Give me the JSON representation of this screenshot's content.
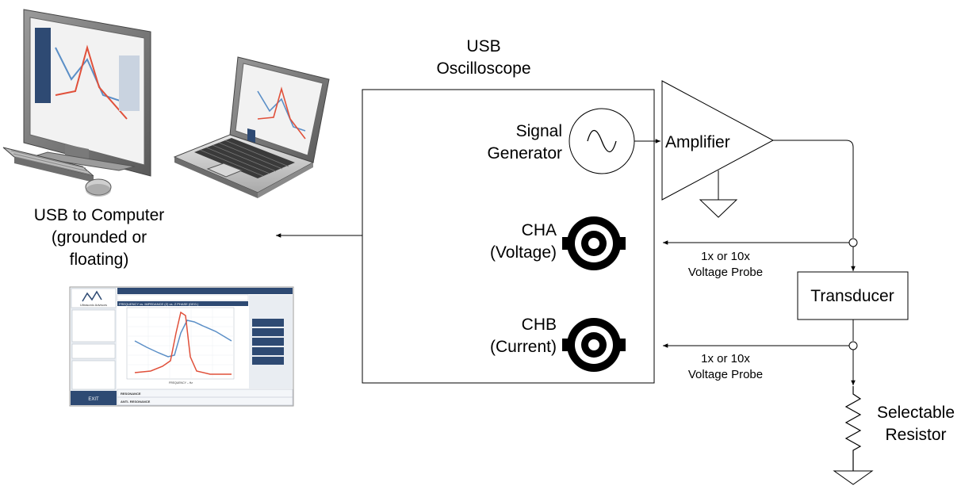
{
  "oscilloscope": {
    "title_line1": "USB",
    "title_line2": "Oscilloscope",
    "signal_generator_line1": "Signal",
    "signal_generator_line2": "Generator",
    "cha_line1": "CHA",
    "cha_line2": "(Voltage)",
    "chb_line1": "CHB",
    "chb_line2": "(Current)"
  },
  "computer": {
    "label_line1": "USB to Computer",
    "label_line2": "(grounded or",
    "label_line3": "floating)"
  },
  "amplifier": {
    "label": "Amplifier"
  },
  "transducer": {
    "label": "Transducer"
  },
  "probe_a": {
    "line1": "1x or 10x",
    "line2": "Voltage Probe"
  },
  "probe_b": {
    "line1": "1x or 10x",
    "line2": "Voltage Probe"
  },
  "resistor": {
    "line1": "Selectable",
    "line2": "Resistor"
  },
  "software": {
    "brand": "Ultrasonic Advisors",
    "graph_title": "FREQUENCY vs. IMPEDANCE (Z) vs. Z PHASE (DEG.)",
    "exit_label": "EXIT",
    "resonance_label": "RESONANCE",
    "anti_resonance_label": "ANTI- RESONANCE",
    "xaxis_label": "FREQUENCY – Hz"
  },
  "colors": {
    "line": "#000000",
    "screen_blue": "#2e4a73",
    "impedance_curve": "#5b8fc7",
    "phase_curve": "#e0503a"
  }
}
